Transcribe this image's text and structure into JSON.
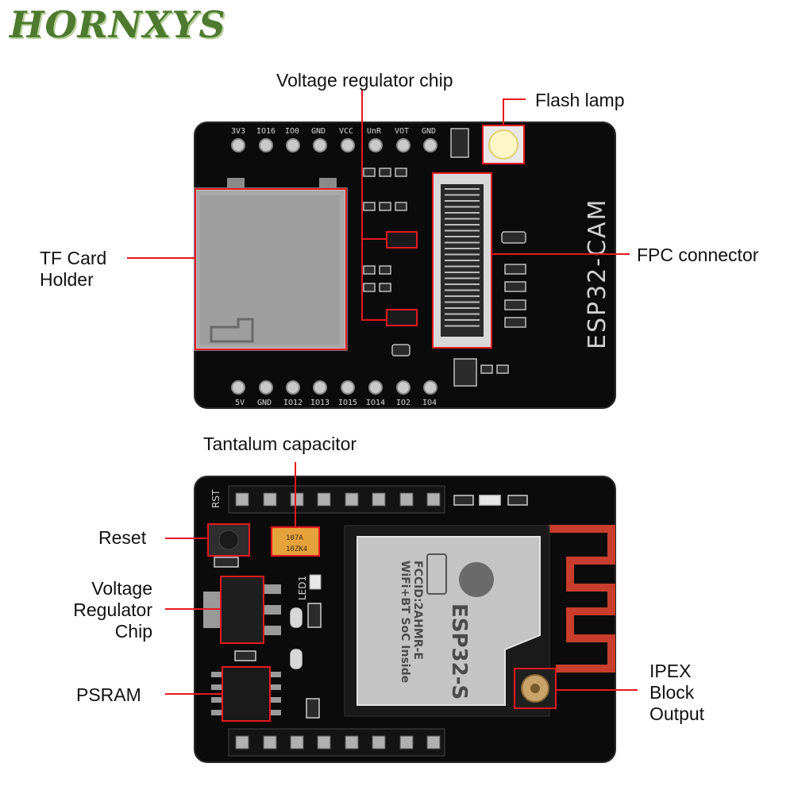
{
  "brand": {
    "text": "HORNXYS"
  },
  "top_board": {
    "pin_labels": [
      "3V3",
      "IO16",
      "IO0",
      "GND",
      "VCC",
      "UnR",
      "VOT",
      "GND"
    ],
    "bottom_pin_labels": [
      "5V",
      "GND",
      "IO12",
      "IO13",
      "IO15",
      "IO14",
      "IO2",
      "IO4"
    ],
    "silkscreen": "ESP32-CAM",
    "labels": {
      "voltage_regulator_chip": "Voltage regulator chip",
      "flash_lamp": "Flash lamp",
      "tf_card_holder_1": "TF Card",
      "tf_card_holder_2": "Holder",
      "fpc_connector": "FPC connector"
    }
  },
  "bottom_board": {
    "rst_label": "RST",
    "led_label": "LED1",
    "module_text": [
      "FCCID:2AHMR-E",
      "WiFi+BT SoC Inside",
      "ESP32-S"
    ],
    "tantalum_marking": [
      "107A",
      "10ZK4"
    ],
    "labels": {
      "tantalum_capacitor": "Tantalum capacitor",
      "reset": "Reset",
      "voltage_regulator_1": "Voltage",
      "voltage_regulator_2": "Regulator",
      "voltage_regulator_3": "Chip",
      "psram": "PSRAM",
      "ipex_1": "IPEX",
      "ipex_2": "Block",
      "ipex_3": "Output"
    }
  },
  "colors": {
    "callout": "#e8191f",
    "pcb": "#0b0b0b",
    "brand": "#4d7a2e"
  }
}
